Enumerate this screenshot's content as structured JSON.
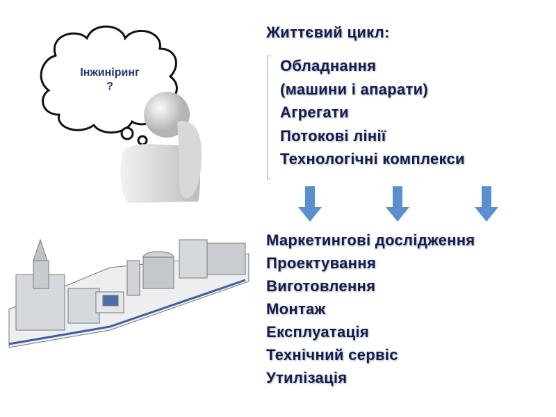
{
  "thought_bubble": {
    "text": "Інжиніринг",
    "question": "?"
  },
  "title": "Життєвий цикл:",
  "objects": [
    "Обладнання",
    "(машини і апарати)",
    "Агрегати",
    "Потокові лінії",
    "Технологічні комплекси"
  ],
  "stages": [
    "Маркетингові дослідження",
    "Проектування",
    "Виготовлення",
    "Монтаж",
    "Експлуатація",
    "Технічний сервіс",
    "Утилізація"
  ],
  "colors": {
    "text": "#0f1e4e",
    "arrow": "#5b8fd0"
  }
}
